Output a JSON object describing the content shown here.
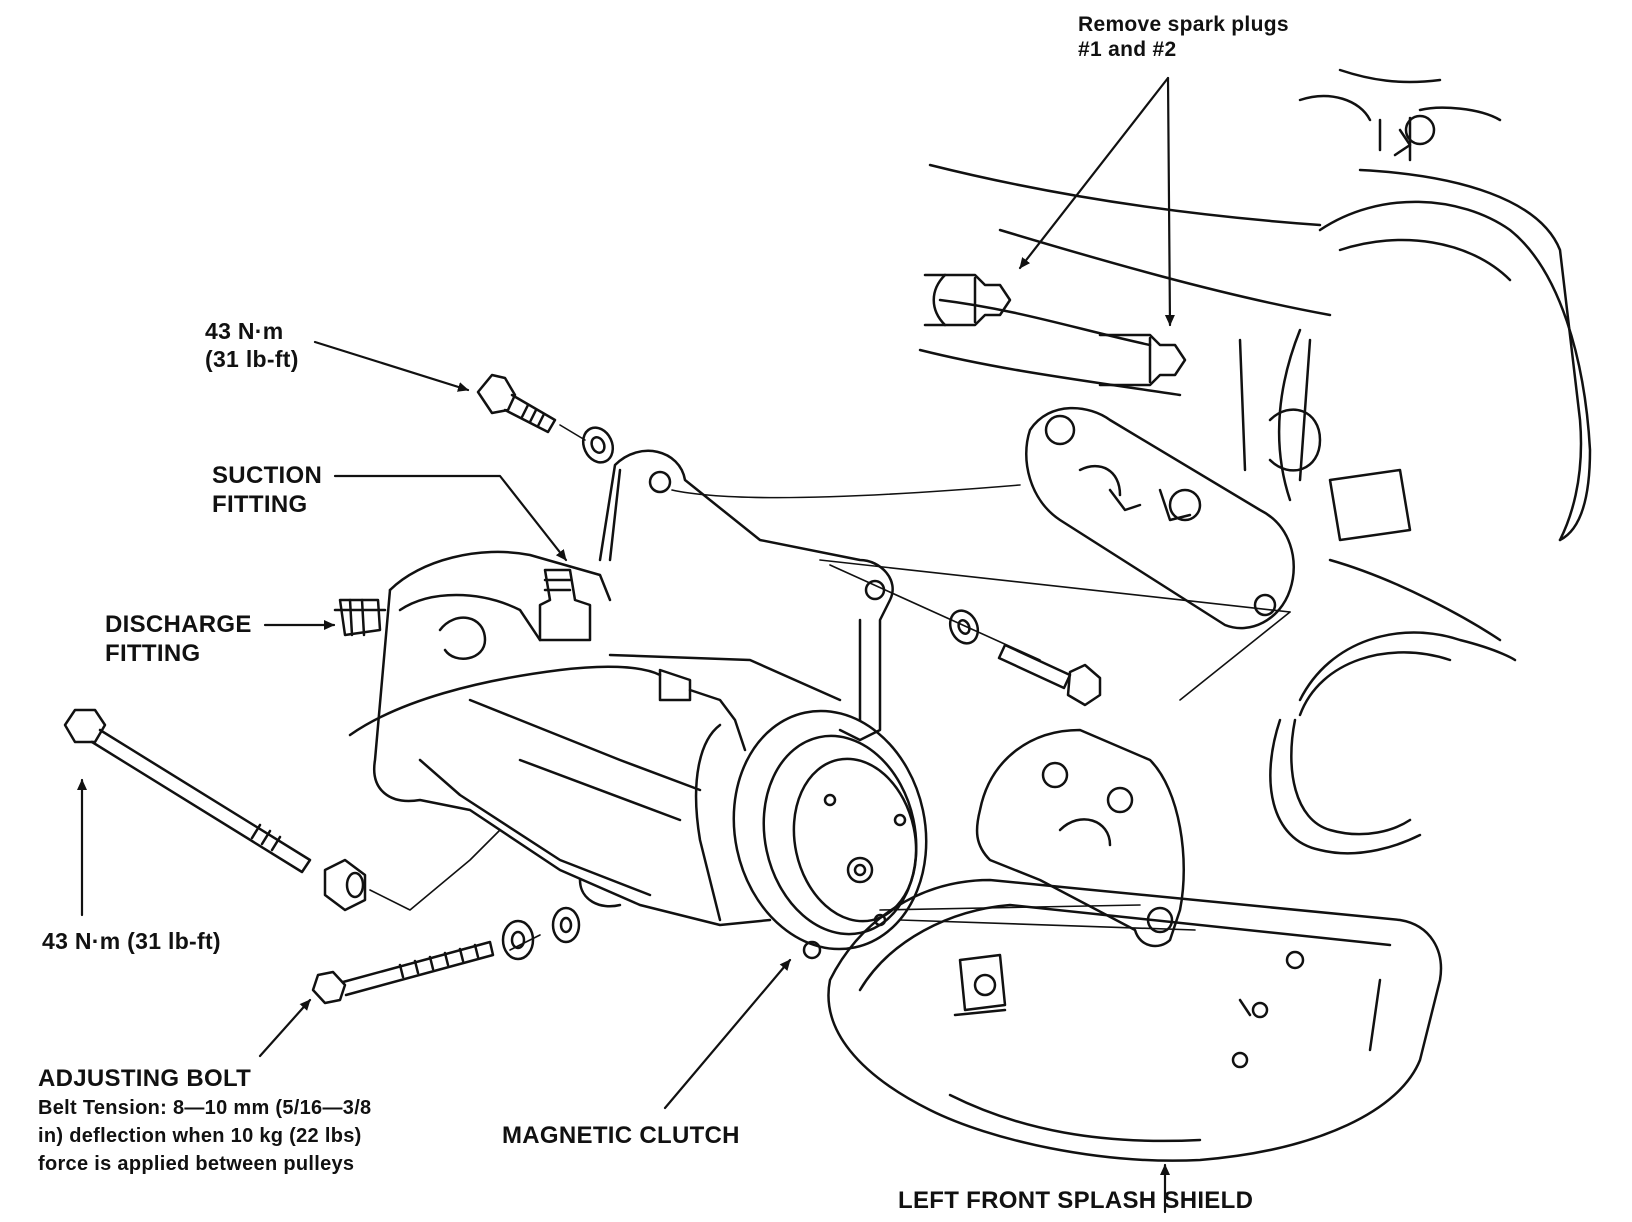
{
  "labels": {
    "spark_plugs": {
      "line1": "Remove spark plugs",
      "line2": "#1 and #2"
    },
    "torque_top": {
      "line1": "43 N·m",
      "line2": "(31 lb-ft)"
    },
    "suction_fitting": {
      "line1": "SUCTION",
      "line2": "FITTING"
    },
    "discharge_fitting": {
      "line1": "DISCHARGE",
      "line2": "FITTING"
    },
    "torque_left": "43 N·m (31 lb-ft)",
    "adjusting_bolt": {
      "title": "ADJUSTING BOLT",
      "line1": "Belt Tension:  8—10 mm (5/16—3/8",
      "line2": "in) deflection when 10 kg (22 lbs)",
      "line3": "force is applied between pulleys"
    },
    "magnetic_clutch": "MAGNETIC CLUTCH",
    "splash_shield": "LEFT FRONT SPLASH SHIELD"
  },
  "colors": {
    "ink": "#111111",
    "paper": "#ffffff"
  }
}
